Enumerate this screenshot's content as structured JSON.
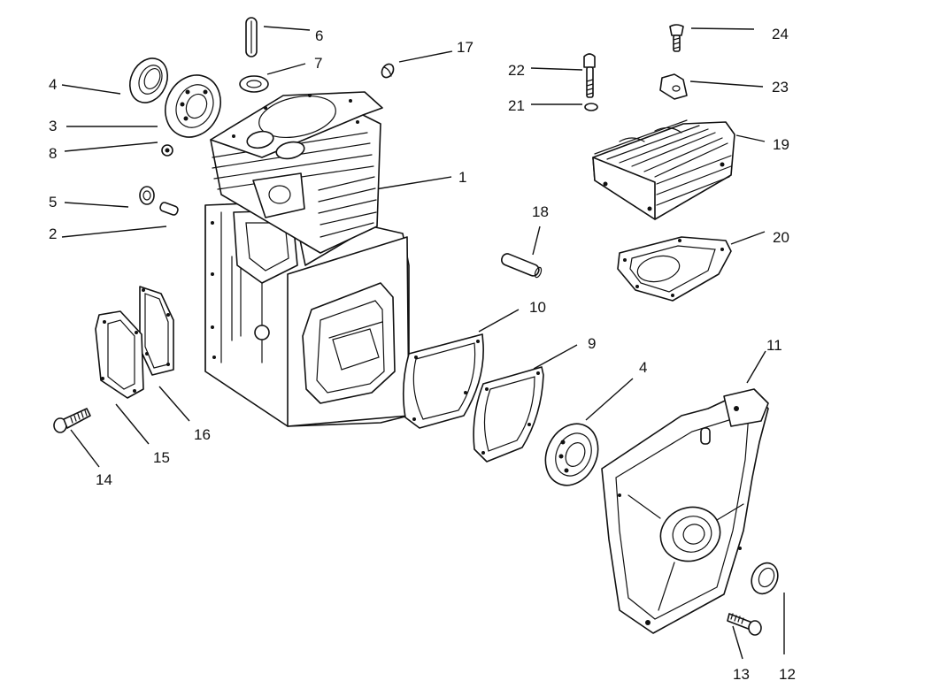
{
  "colors": {
    "ink": "#111111",
    "paper": "#ffffff"
  },
  "callouts": [
    {
      "id": "c1",
      "text": "1"
    },
    {
      "id": "c2",
      "text": "2"
    },
    {
      "id": "c3",
      "text": "3"
    },
    {
      "id": "c4a",
      "text": "4"
    },
    {
      "id": "c4b",
      "text": "4"
    },
    {
      "id": "c5",
      "text": "5"
    },
    {
      "id": "c6",
      "text": "6"
    },
    {
      "id": "c7",
      "text": "7"
    },
    {
      "id": "c8",
      "text": "8"
    },
    {
      "id": "c9",
      "text": "9"
    },
    {
      "id": "c10",
      "text": "10"
    },
    {
      "id": "c11",
      "text": "11"
    },
    {
      "id": "c12",
      "text": "12"
    },
    {
      "id": "c13",
      "text": "13"
    },
    {
      "id": "c14",
      "text": "14"
    },
    {
      "id": "c15",
      "text": "15"
    },
    {
      "id": "c16",
      "text": "16"
    },
    {
      "id": "c17",
      "text": "17"
    },
    {
      "id": "c18",
      "text": "18"
    },
    {
      "id": "c19",
      "text": "19"
    },
    {
      "id": "c20",
      "text": "20"
    },
    {
      "id": "c21",
      "text": "21"
    },
    {
      "id": "c22",
      "text": "22"
    },
    {
      "id": "c23",
      "text": "23"
    },
    {
      "id": "c24",
      "text": "24"
    }
  ]
}
